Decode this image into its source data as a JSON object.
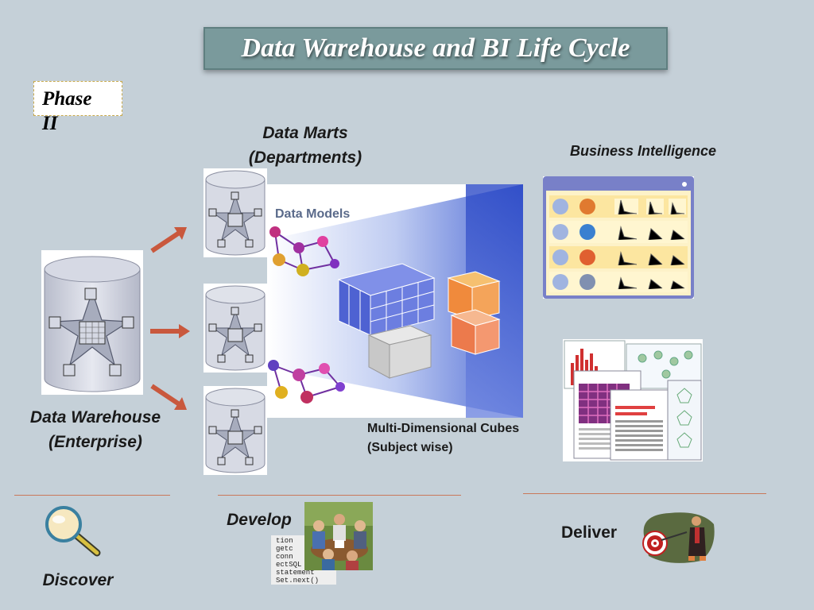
{
  "title": "Data Warehouse and BI Life Cycle",
  "phase": "Phase II",
  "labels": {
    "data_marts_line1": "Data Marts",
    "data_marts_line2": "(Departments)",
    "business_intelligence": "Business Intelligence",
    "data_warehouse_line1": "Data Warehouse",
    "data_warehouse_line2": "(Enterprise)",
    "cubes_line1": "Multi-Dimensional Cubes",
    "cubes_line2": "(Subject wise)",
    "data_models": "Data Models"
  },
  "stages": {
    "discover": "Discover",
    "develop": "Develop",
    "deliver": "Deliver"
  },
  "code_snippet": [
    "tion",
    "getc",
    "conn",
    "ectSQL",
    "statement",
    "Set.next()"
  ],
  "colors": {
    "background": "#c5d0d8",
    "title_bar": "#7a9a9c",
    "arrow": "#c9583d",
    "rule": "#c9785a",
    "cylinder": "#d9dce8",
    "cube_blue": "#5a6fd8",
    "cube_orange": "#f08a3c"
  }
}
